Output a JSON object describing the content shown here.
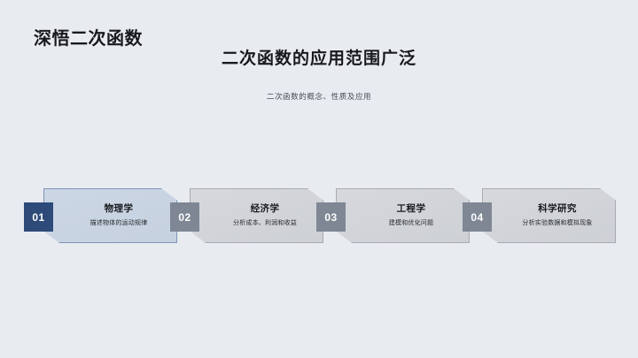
{
  "slide": {
    "header": "深悟二次函数",
    "main_title": "二次函数的应用范围广泛",
    "subtitle": "二次函数的概念、性质及应用",
    "background_color": "#e8ebf0"
  },
  "cards": [
    {
      "number": "01",
      "title": "物理学",
      "description": "描述物体的运动规律",
      "badge_color": "#2d4a78",
      "panel_color": "#ccd7e5",
      "style": "accent"
    },
    {
      "number": "02",
      "title": "经济学",
      "description": "分析成本、利润和收益",
      "badge_color": "#7e8793",
      "panel_color": "#d6d8dc",
      "style": "neutral"
    },
    {
      "number": "03",
      "title": "工程学",
      "description": "建模和优化问题",
      "badge_color": "#7e8793",
      "panel_color": "#d6d8dc",
      "style": "neutral"
    },
    {
      "number": "04",
      "title": "科学研究",
      "description": "分析实验数据和模拟现象",
      "badge_color": "#7e8793",
      "panel_color": "#d6d8dc",
      "style": "neutral"
    }
  ]
}
